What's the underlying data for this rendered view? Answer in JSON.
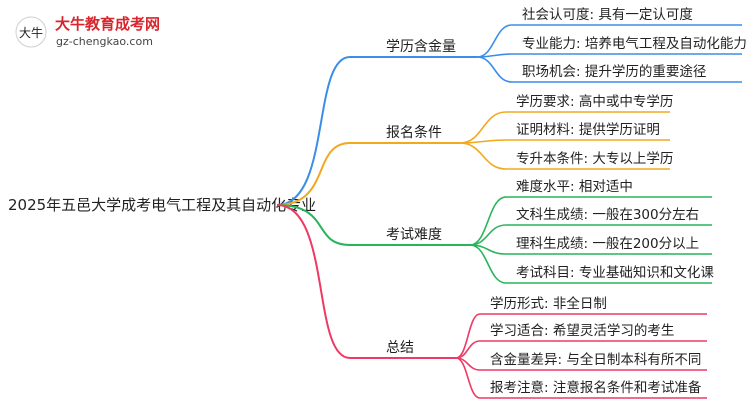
{
  "logo": {
    "title": "大牛教育成考网",
    "url": "gz-chengkao.com",
    "mark_text": "大牛"
  },
  "root": {
    "label": "2025年五邑大学成考电气工程及其自动化专业"
  },
  "branches": [
    {
      "label": "学历含金量",
      "color": "#3b8ee8",
      "leaves": [
        "社会认可度: 具有一定认可度",
        "专业能力: 培养电气工程及自动化能力",
        "职场机会: 提升学历的重要途径"
      ]
    },
    {
      "label": "报名条件",
      "color": "#f2a81f",
      "leaves": [
        "学历要求: 高中或中专学历",
        "证明材料: 提供学历证明",
        "专升本条件: 大专以上学历"
      ]
    },
    {
      "label": "考试难度",
      "color": "#27b45a",
      "leaves": [
        "难度水平: 相对适中",
        "文科生成绩: 一般在300分左右",
        "理科生成绩: 一般在200分以上",
        "考试科目: 专业基础知识和文化课"
      ]
    },
    {
      "label": "总结",
      "color": "#ee3a64",
      "leaves": [
        "学历形式: 非全日制",
        "学习适合: 希望灵活学习的考生",
        "含金量差异: 与全日制本科有所不同",
        "报考注意: 注意报名条件和考试准备"
      ]
    }
  ]
}
